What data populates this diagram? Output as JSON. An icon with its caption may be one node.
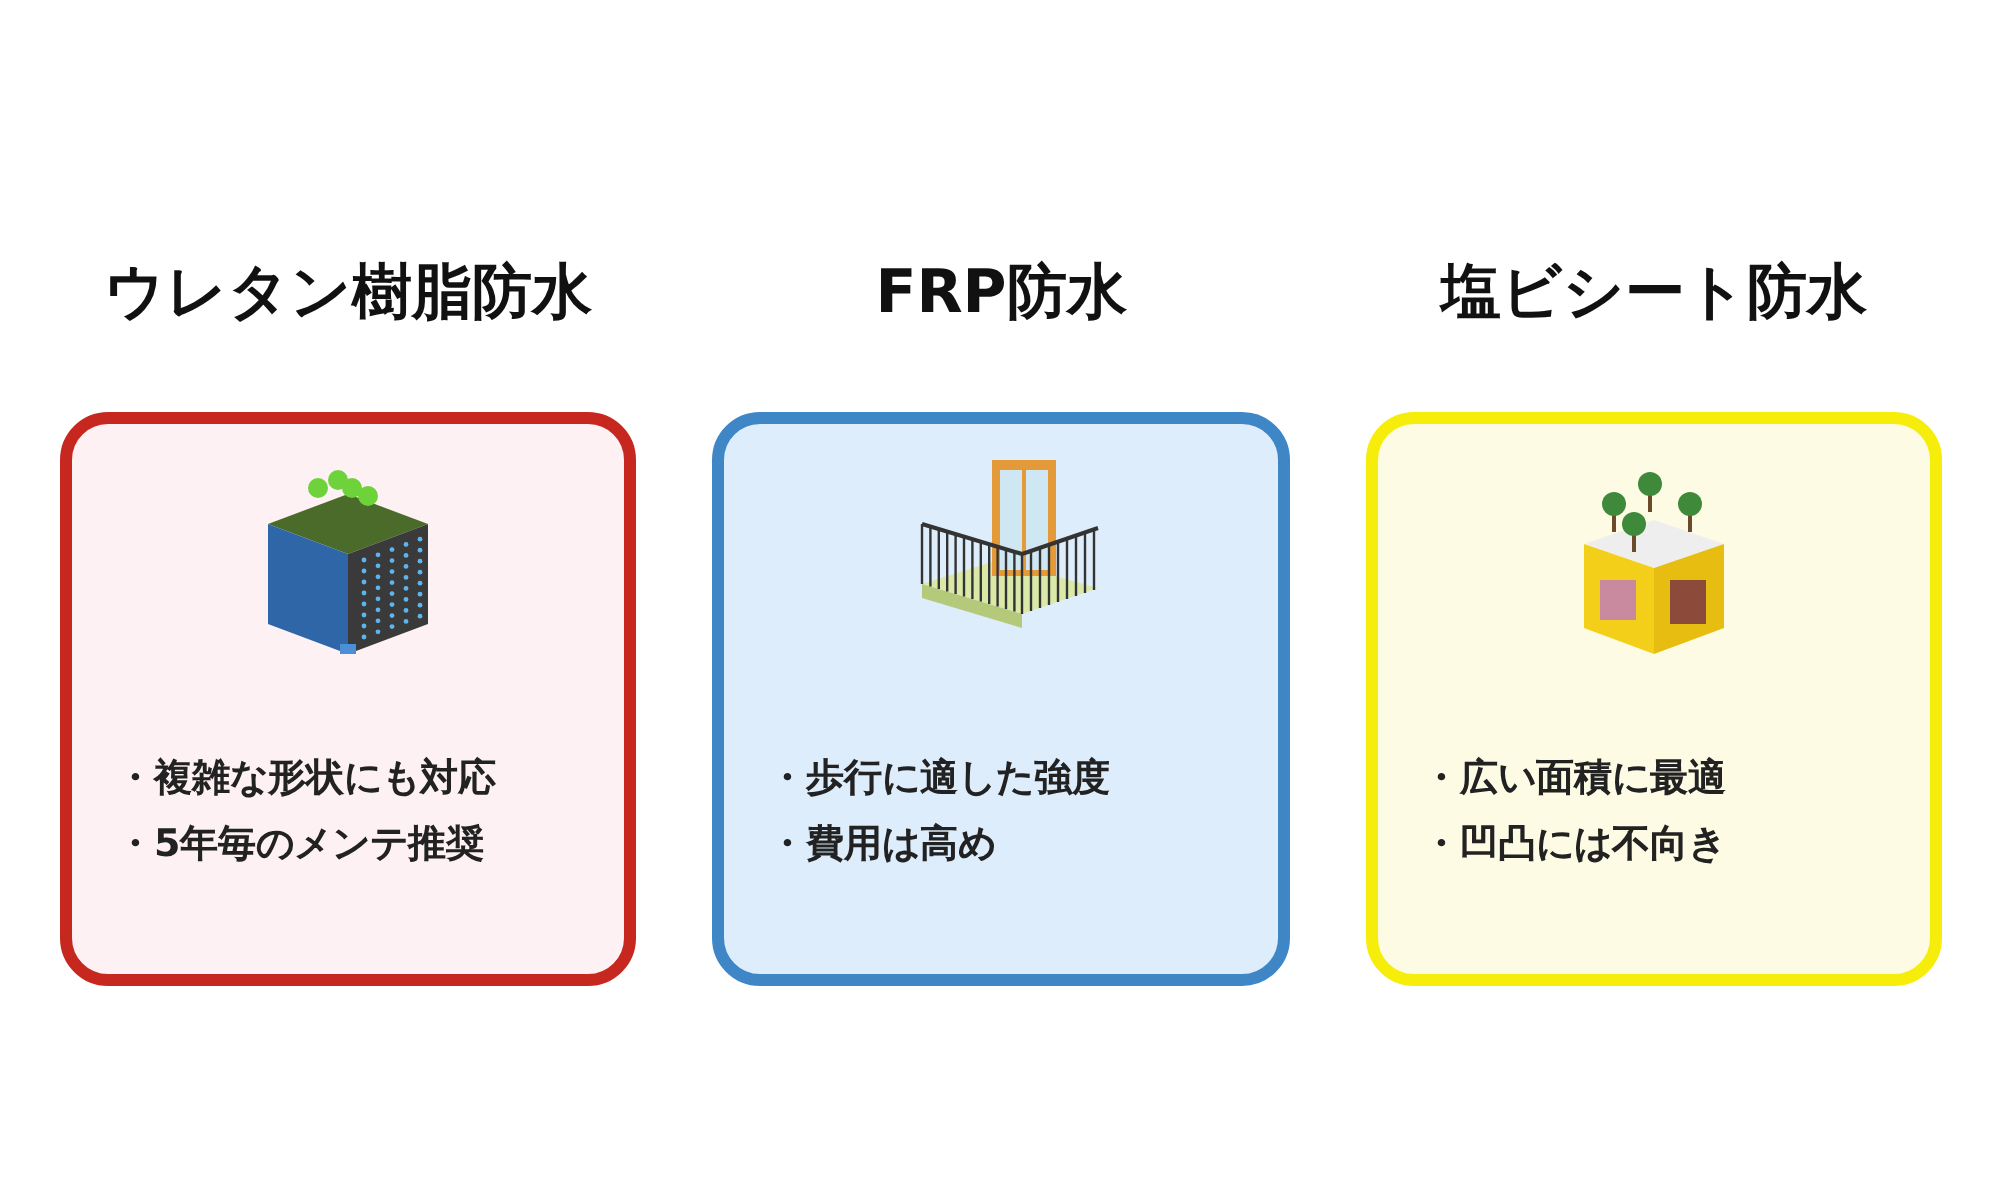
{
  "diagram": {
    "nodes": [
      {
        "text": [
          "ウレタン樹脂防水",
          "・複雑な形状にも対応",
          "・5年毎のメンテ推奨"
        ]
      },
      {
        "text": [
          "FRP防水",
          "・歩行に適した強度",
          "・費用は高め"
        ]
      },
      {
        "text": [
          "塩ビシート防水",
          "・広い面積に最適",
          "・凹凸には不向き"
        ]
      }
    ]
  }
}
